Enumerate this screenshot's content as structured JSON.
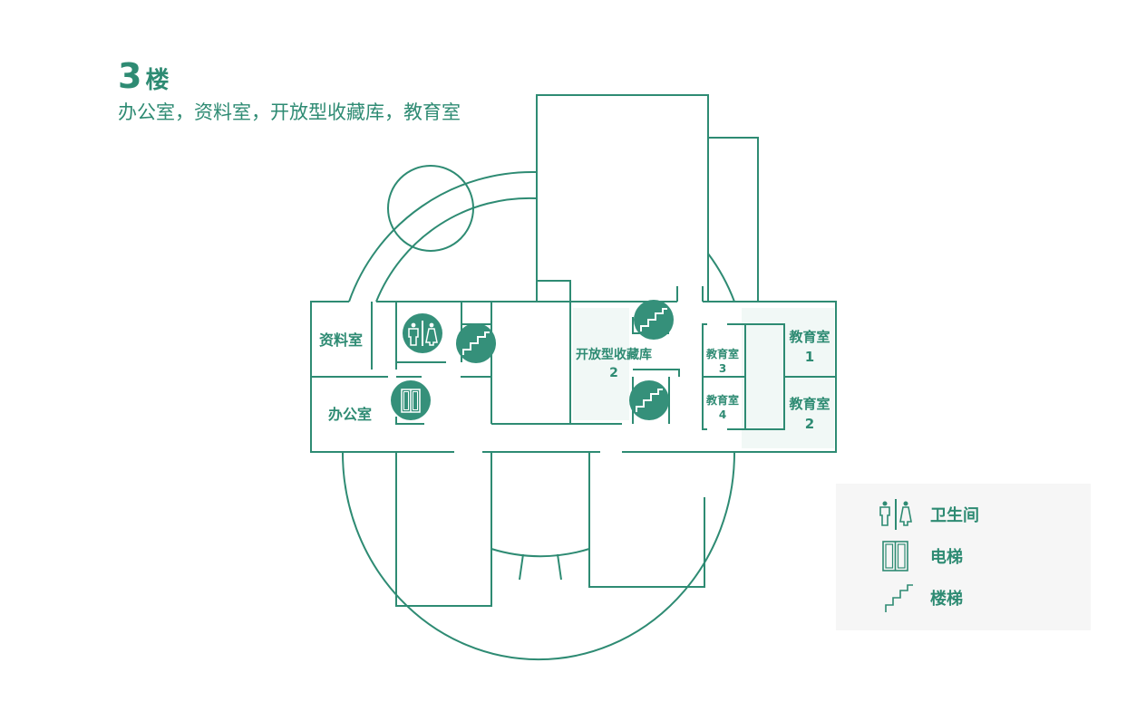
{
  "header": {
    "floor_number": "3",
    "floor_word": "楼",
    "subtitle": "办公室，资料室，开放型收藏库，教育室"
  },
  "rooms": {
    "archive": "资料室",
    "office": "办公室",
    "storage_line1": "开放型收藏库",
    "storage_line2": "2",
    "edu1_line1": "教育室",
    "edu1_line2": "1",
    "edu2_line1": "教育室",
    "edu2_line2": "2",
    "edu3_line1": "教育室",
    "edu3_line2": "3",
    "edu4_line1": "教育室",
    "edu4_line2": "4"
  },
  "legend": {
    "items": [
      {
        "icon": "restroom-icon",
        "label": "卫生间"
      },
      {
        "icon": "elevator-icon",
        "label": "电梯"
      },
      {
        "icon": "stairs-icon",
        "label": "楼梯"
      }
    ]
  },
  "colors": {
    "line": "#2e8b73",
    "icon_fill": "#35907a",
    "room_fill": "#f1f8f6",
    "legend_bg": "#f6f6f6"
  }
}
